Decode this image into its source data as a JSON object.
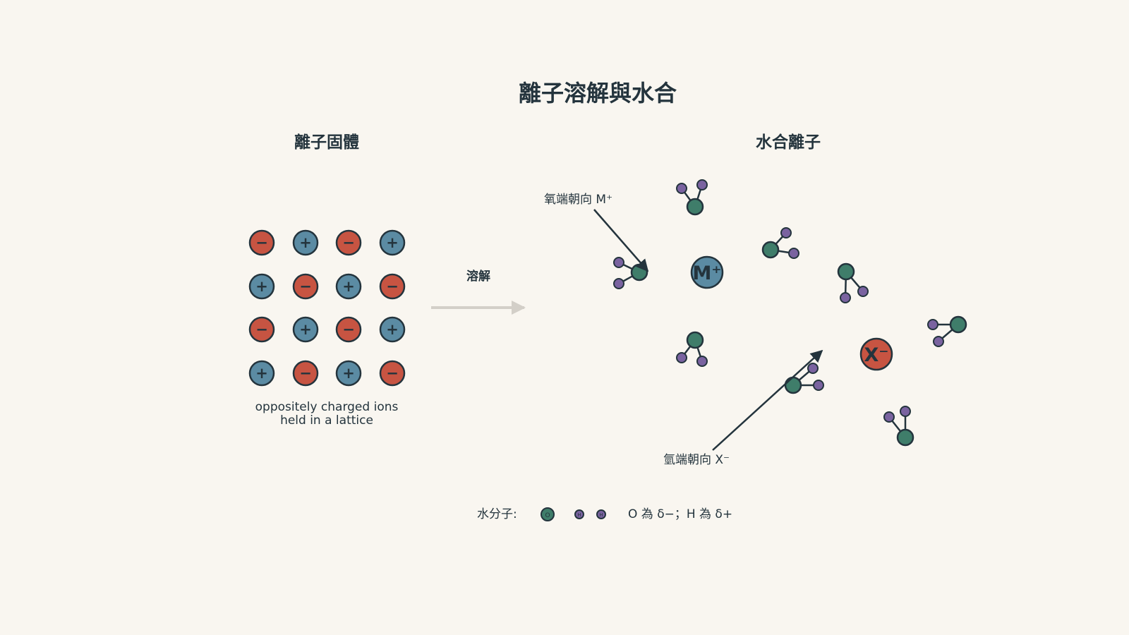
{
  "title": "離子溶解與水合",
  "left_panel": {
    "heading": "離子固體",
    "caption_line1": "oppositely charged ions",
    "caption_line2": "held in a lattice",
    "lattice": [
      [
        "−",
        "+",
        "−",
        "+"
      ],
      [
        "+",
        "−",
        "+",
        "−"
      ],
      [
        "−",
        "+",
        "−",
        "+"
      ],
      [
        "+",
        "−",
        "+",
        "−"
      ]
    ]
  },
  "process": {
    "label": "溶解"
  },
  "right_panel": {
    "heading": "水合離子",
    "cation_label": "M⁺",
    "anion_label": "X⁻",
    "annotation_cation": "氧端朝向 M⁺",
    "annotation_anion": "氫端朝向 X⁻"
  },
  "legend": {
    "label": "水分子:",
    "oxygen_symbol": "O",
    "hydrogen_symbol": "H",
    "note": "O 為 δ−；H 為 δ+"
  },
  "colors": {
    "background": "#f9f6f0",
    "cation": "#5b8ba3",
    "anion": "#c75442",
    "oxygen": "#3f7d6a",
    "hydrogen": "#7a63a0",
    "outline": "#24343d",
    "arrow": "#d3cfc8"
  }
}
